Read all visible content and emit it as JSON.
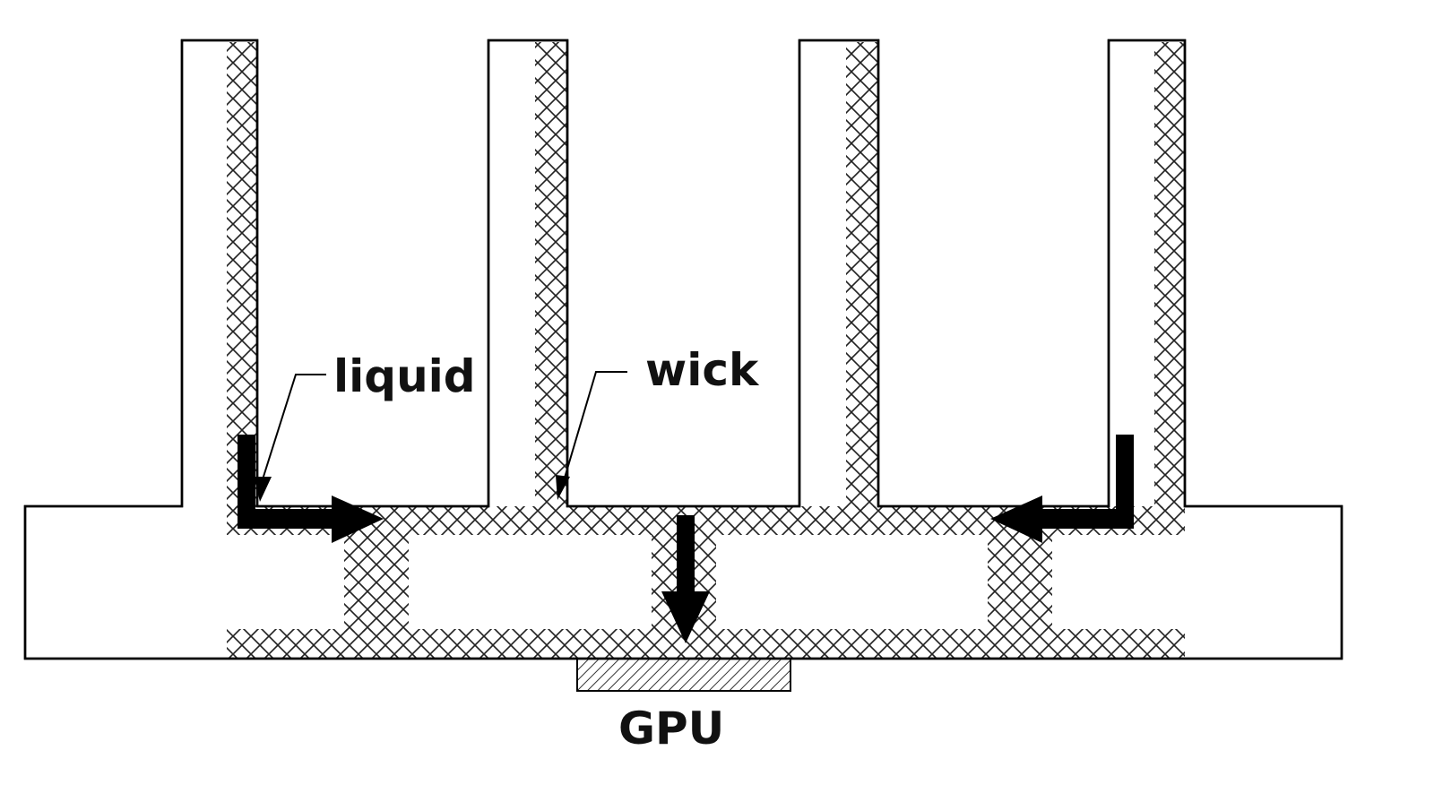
{
  "diagram": {
    "labels": {
      "liquid": "liquid",
      "wick": "wick",
      "gpu": "GPU"
    },
    "colors": {
      "outline": "#000000",
      "wick_mesh": "#222222",
      "arrow": "#000000",
      "background": "#ffffff"
    },
    "components": {
      "fin_count": 4
    }
  }
}
